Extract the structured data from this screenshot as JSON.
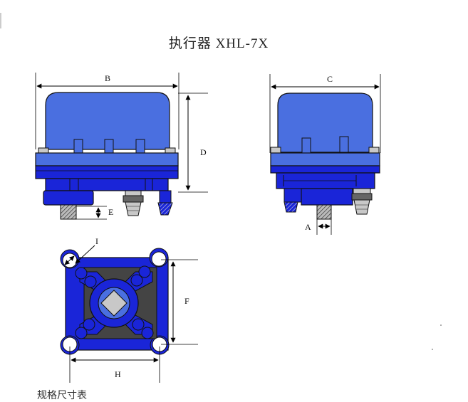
{
  "title": "执行器   XHL-7X",
  "dimensions": {
    "B": "B",
    "C": "C",
    "D": "D",
    "E": "E",
    "A": "A",
    "I": "I",
    "F": "F",
    "H": "H"
  },
  "footer_text": "规格尺寸表",
  "colors": {
    "cover_blue": "#4a6fe0",
    "body_blue": "#1a25d8",
    "dark_gray": "#444444",
    "cap_gray": "#c8c8c8"
  }
}
